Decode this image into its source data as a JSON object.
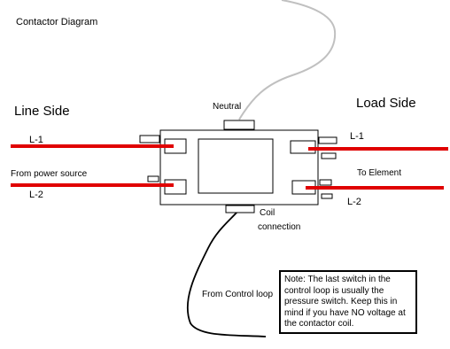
{
  "diagram": {
    "title": "Contactor Diagram",
    "line_side": "Line Side",
    "load_side": "Load Side",
    "neutral": "Neutral",
    "l1_left": "L-1",
    "l2_left": "L-2",
    "l1_right": "L-1",
    "l2_right": "L-2",
    "power_source": "From power source",
    "to_element": "To Element",
    "coil_line1": "Coil",
    "coil_line2": "connection",
    "control_loop": "From Control loop",
    "note": "Note:  The last switch in the control loop is usually the pressure switch. Keep this in mind if you have NO voltage at the contactor coil.",
    "colors": {
      "wire": "#e00000",
      "neutral_wire": "#c0c0c0",
      "control_wire": "#000000"
    }
  }
}
